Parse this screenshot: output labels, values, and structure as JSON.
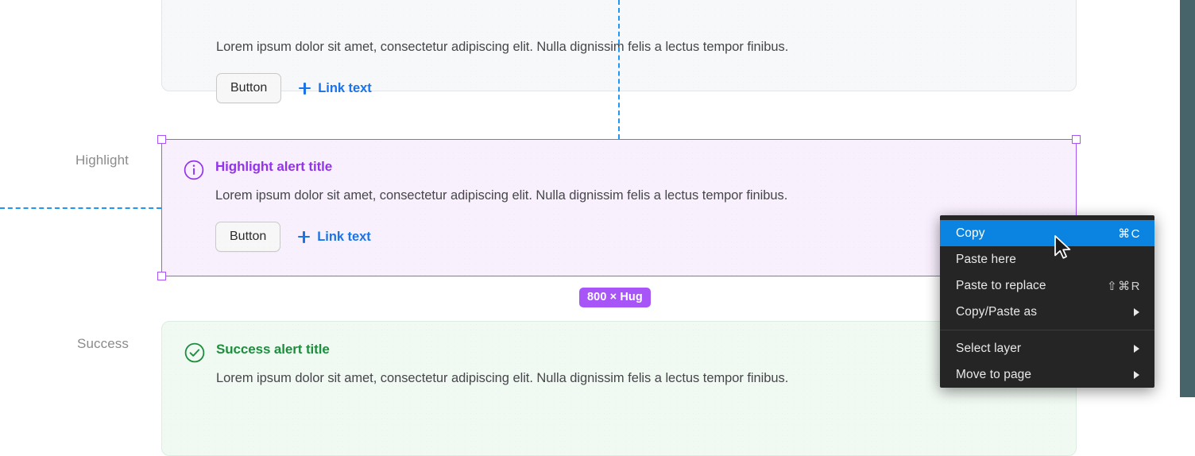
{
  "labels": {
    "highlight": "Highlight",
    "success": "Success"
  },
  "cards": {
    "neutral": {
      "body": "Lorem ipsum dolor sit amet, consectetur adipiscing elit. Nulla dignissim felis a lectus tempor finibus.",
      "button_label": "Button",
      "link_label": "Link text",
      "icon": "none"
    },
    "highlight": {
      "title": "Highlight alert title",
      "body": "Lorem ipsum dolor sit amet, consectetur adipiscing elit. Nulla dignissim felis a lectus tempor finibus.",
      "button_label": "Button",
      "link_label": "Link text",
      "icon": "info-circle-icon",
      "accent_color": "#9333ea",
      "background_color": "#f9f0fe"
    },
    "success": {
      "title": "Success alert title",
      "body": "Lorem ipsum dolor sit amet, consectetur adipiscing elit. Nulla dignissim felis a lectus tempor finibus.",
      "icon": "check-circle-icon",
      "accent_color": "#1e8e3e",
      "background_color": "#f1f9f3"
    }
  },
  "selection": {
    "size_badge": "800 × Hug",
    "frame_color": "#a855f7",
    "guide_color": "#2196f3"
  },
  "context_menu": {
    "items": [
      {
        "label": "Copy",
        "shortcut": "⌘C",
        "submenu": false,
        "selected": true
      },
      {
        "label": "Paste here",
        "shortcut": "",
        "submenu": false,
        "selected": false
      },
      {
        "label": "Paste to replace",
        "shortcut": "⇧⌘R",
        "submenu": false,
        "selected": false
      },
      {
        "label": "Copy/Paste as",
        "shortcut": "",
        "submenu": true,
        "selected": false
      },
      {
        "label": "Select layer",
        "shortcut": "",
        "submenu": true,
        "selected": false
      },
      {
        "label": "Move to page",
        "shortcut": "",
        "submenu": true,
        "selected": false
      }
    ],
    "highlight_color": "#0a84e0",
    "background_color": "#252525"
  }
}
